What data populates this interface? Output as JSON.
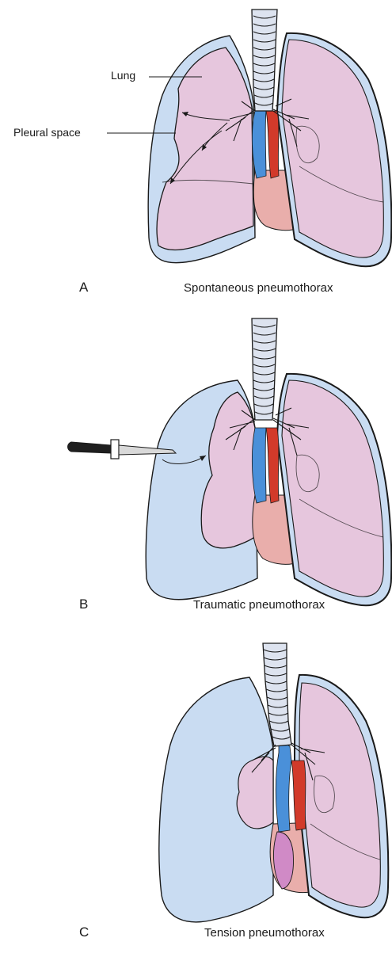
{
  "panels": [
    {
      "letter": "A",
      "caption": "Spontaneous pneumothorax"
    },
    {
      "letter": "B",
      "caption": "Traumatic pneumothorax"
    },
    {
      "letter": "C",
      "caption": "Tension pneumothorax"
    }
  ],
  "labels": {
    "lung": "Lung",
    "pleural_space": "Pleural space"
  },
  "colors": {
    "pleural_space": "#c9dcf2",
    "lung": "#e6c6dd",
    "heart": "#e9aeab",
    "vena_cava": "#4a90d9",
    "aorta": "#d23a2a",
    "atrium": "#d08ac6",
    "trachea": "#dde3ef",
    "outline": "#1a1a1a"
  },
  "icons": [
    "knife-icon",
    "air-flow-arrow-icon"
  ]
}
